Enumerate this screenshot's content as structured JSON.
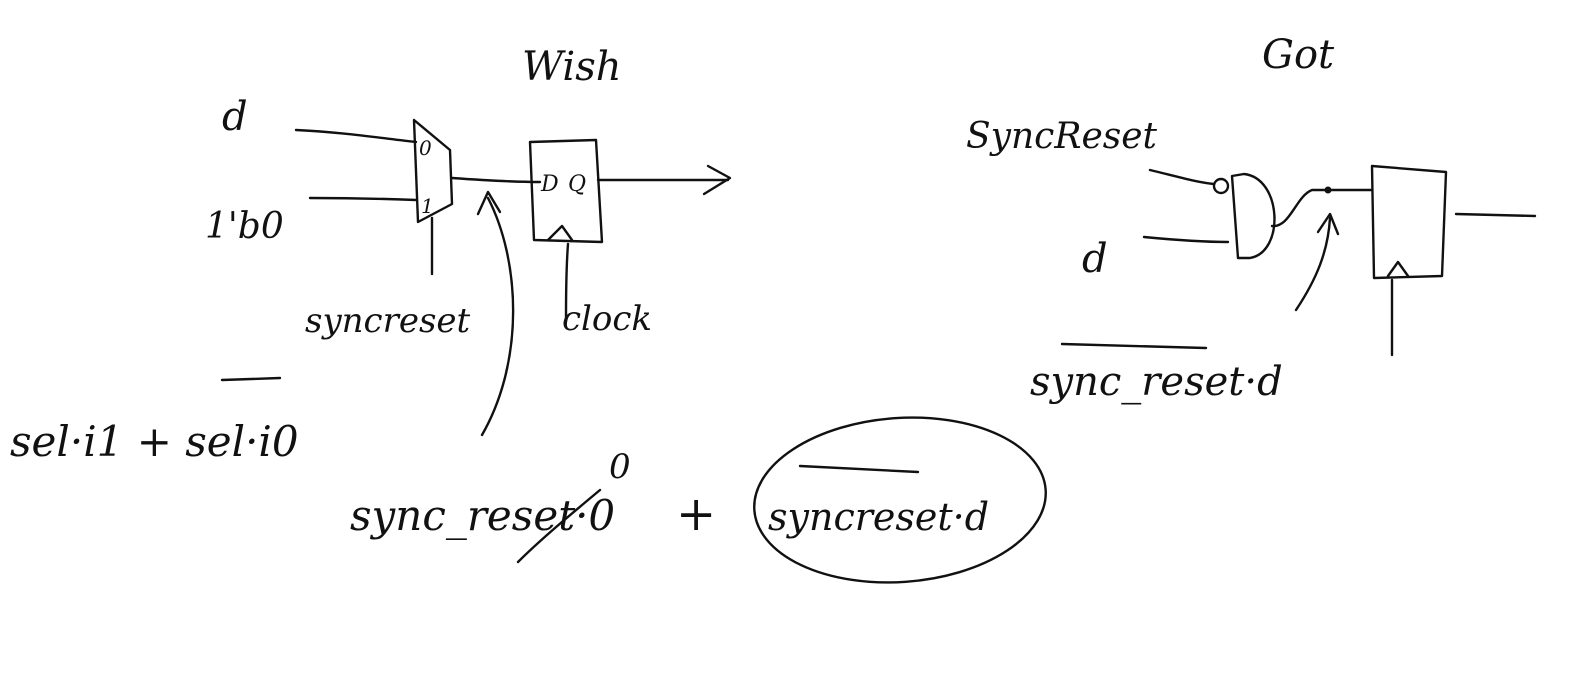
{
  "colors": {
    "ink": "#111111",
    "background": "#ffffff"
  },
  "left": {
    "title": "Wish",
    "mux_input_d": "d",
    "mux_input_const": "1'b0",
    "mux_pin_0": "0",
    "mux_pin_1": "1",
    "mux_select": "syncreset",
    "ff_pin_d": "D",
    "ff_pin_q": "Q",
    "clock": "clock",
    "mux_equation": "sel·i1 + sel·i0"
  },
  "right": {
    "title": "Got",
    "gate_input_reset": "SyncReset",
    "gate_input_d": "d",
    "gate_output_expr": "sync_reset·d"
  },
  "bottom": {
    "expr_left": "sync_reset·0",
    "zero_annotation": "0",
    "plus": "+",
    "expr_circled": "syncreset·d"
  }
}
